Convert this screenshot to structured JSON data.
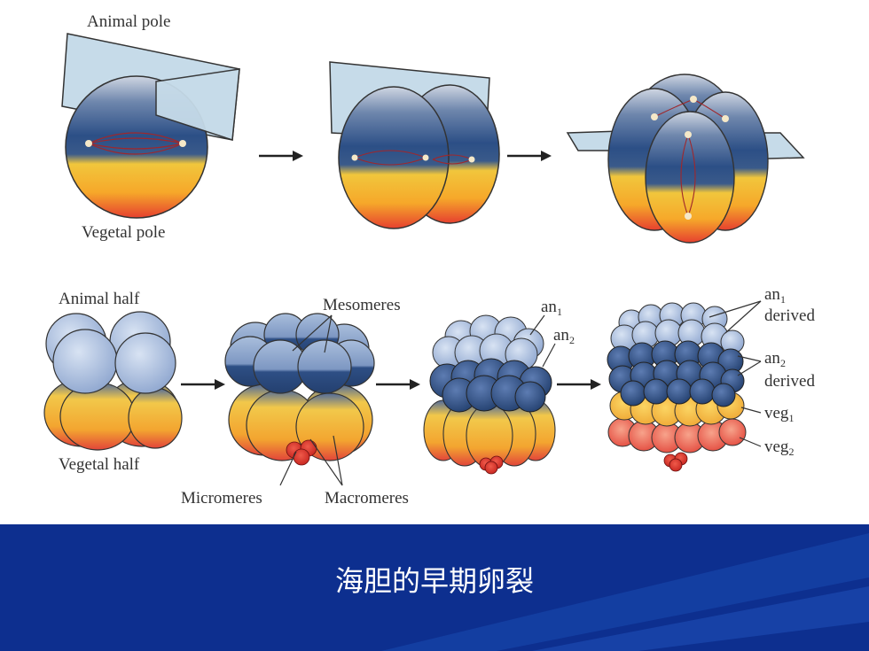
{
  "labels": {
    "animal_pole": "Animal pole",
    "vegetal_pole": "Vegetal pole",
    "animal_half": "Animal half",
    "vegetal_half": "Vegetal half",
    "mesomeres": "Mesomeres",
    "micromeres": "Micromeres",
    "macromeres": "Macromeres",
    "an1": "an",
    "an1_sub": "1",
    "an2": "an",
    "an2_sub": "2",
    "an1_derived": "an",
    "an1_derived_sub": "1",
    "an2_derived": "an",
    "an2_derived_sub": "2",
    "derived_1": "derived",
    "derived_2": "derived",
    "veg1": "veg",
    "veg1_sub": "1",
    "veg2": "veg",
    "veg2_sub": "2"
  },
  "caption": "海胆的早期卵裂",
  "colors": {
    "banner": "#0d2f8f",
    "animal_blue": "#2c4f86",
    "yolk_yellow": "#f4c13a",
    "vegetal_red": "#e8453a"
  }
}
